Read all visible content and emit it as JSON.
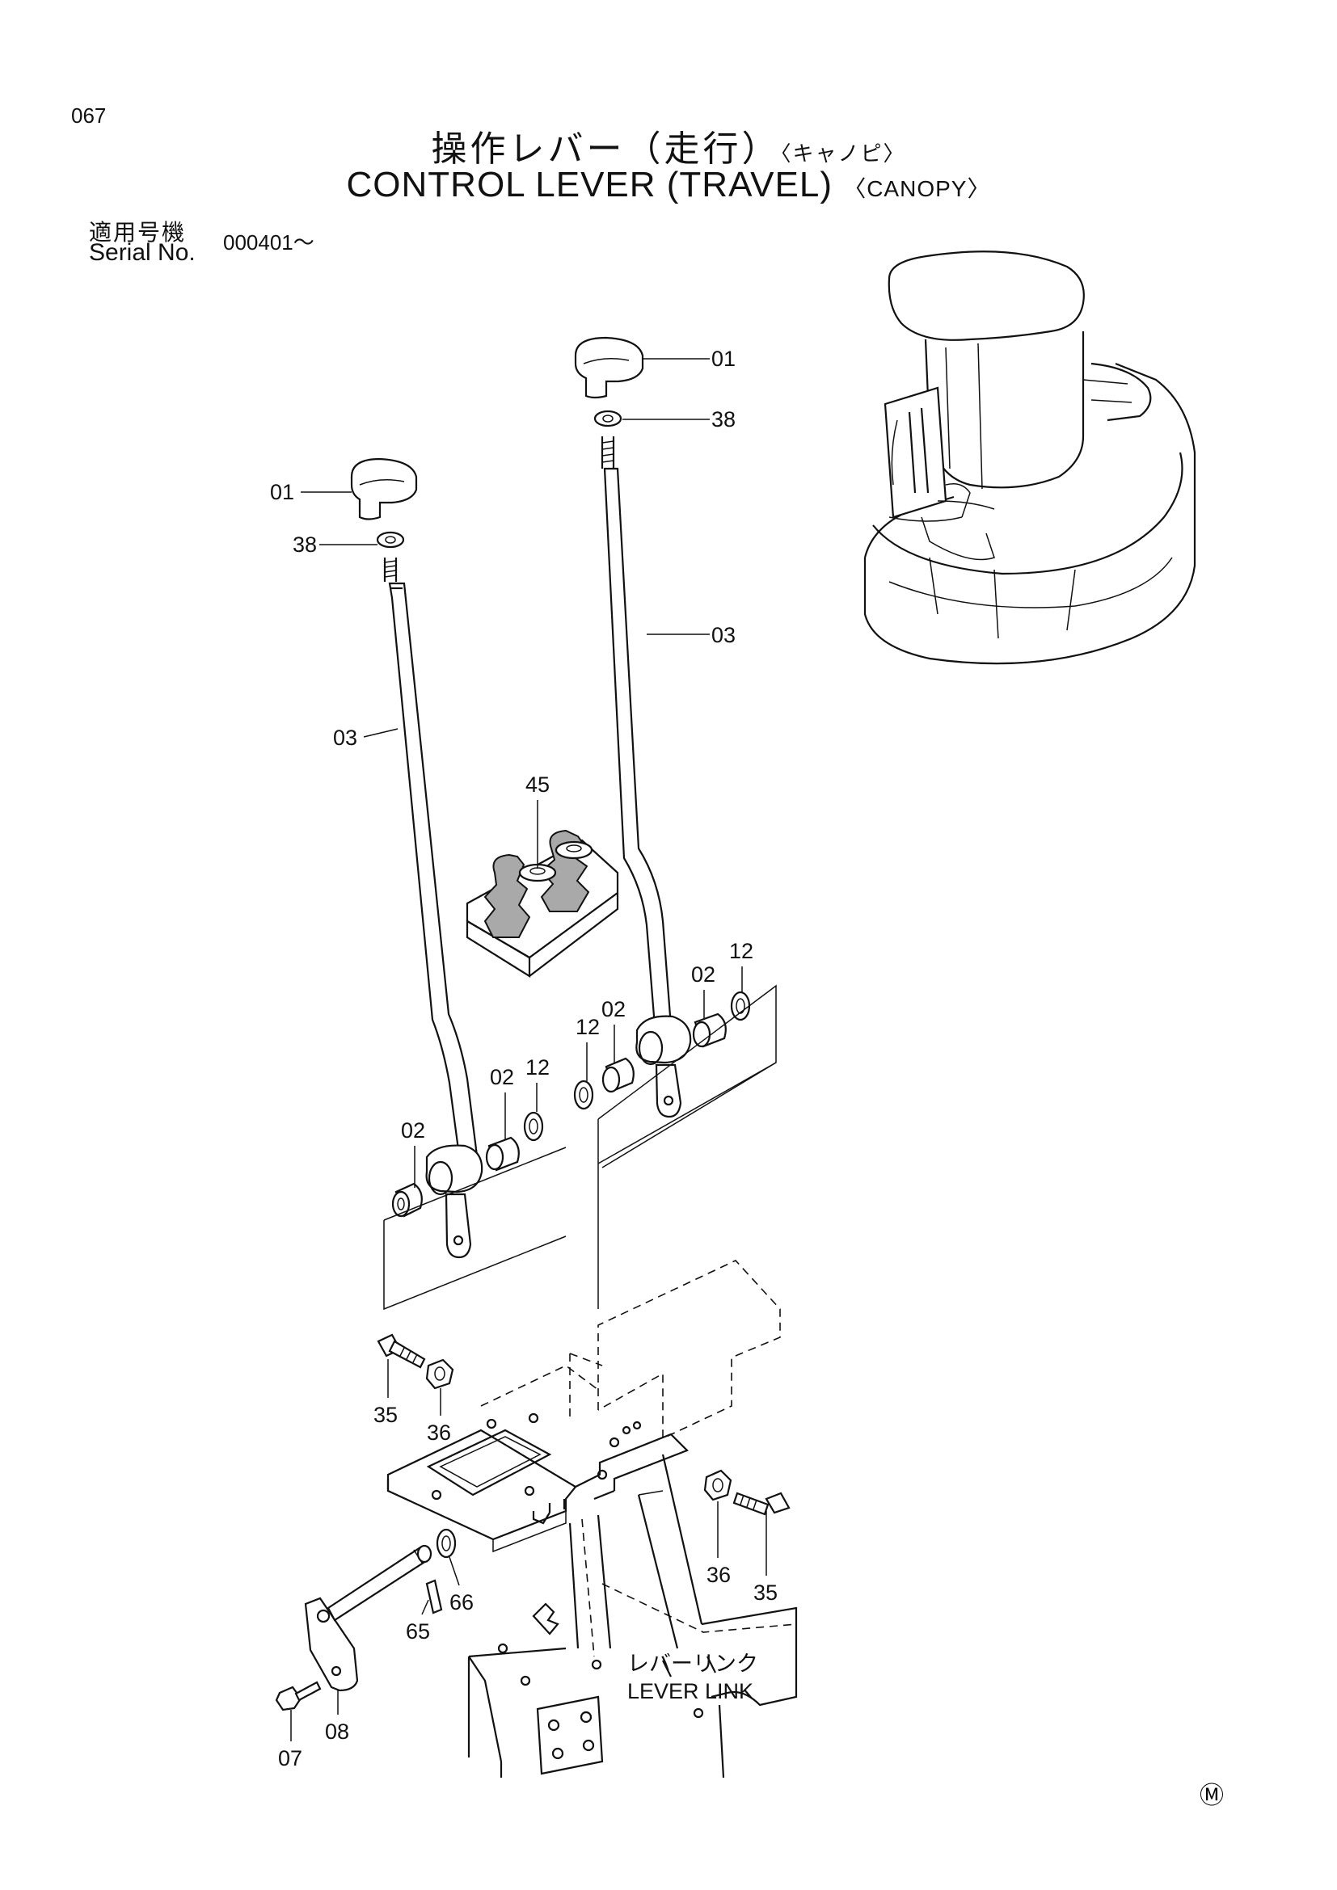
{
  "page_number": "067",
  "title_jp": "操作レバー（走行）",
  "title_jp_sub": "〈キャノピ〉",
  "title_en": "CONTROL LEVER  (TRAVEL)",
  "title_en_sub": "〈CANOPY〉",
  "serial_label_jp": "適用号機",
  "serial_label_en": "Serial No.",
  "serial_value": "000401～",
  "callouts": {
    "c01a": "01",
    "c38a": "38",
    "c01b": "01",
    "c38b": "38",
    "c03a": "03",
    "c03b": "03",
    "c45": "45",
    "c02a": "02",
    "c02b": "02",
    "c02c": "02",
    "c02d": "02",
    "c12a": "12",
    "c12b": "12",
    "c12c": "12",
    "c35a": "35",
    "c36a": "36",
    "c36b": "36",
    "c35b": "35",
    "c66": "66",
    "c65": "65",
    "c08": "08",
    "c07": "07"
  },
  "lever_link_jp": "レバーリンク",
  "lever_link_en": "LEVER LINK",
  "mark": "Ⓜ"
}
